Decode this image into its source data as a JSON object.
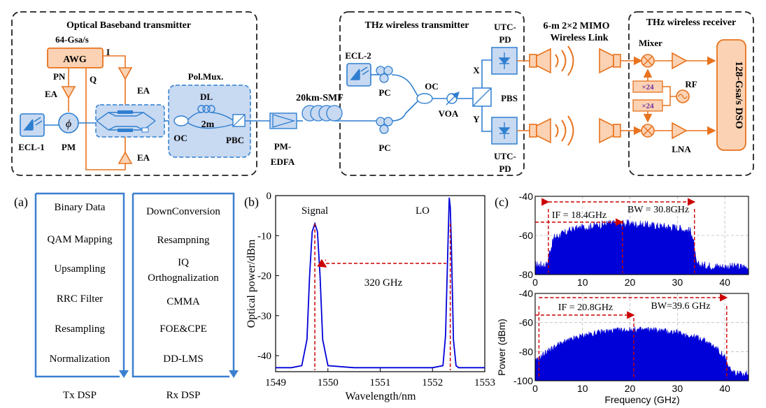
{
  "colors": {
    "fiber": "#2f7fd0",
    "orange": "#e8731f",
    "orange_fill": "#fbd2b3",
    "blue_fill": "#c8d9f2",
    "spectrum": "#0000d8",
    "dsp_box": "#3a7fd0",
    "red_dash": "#cc0000",
    "violet": "#7030a0"
  },
  "top": {
    "sections": {
      "tx_title": "Optical Baseband transmitter",
      "thz_tx_title": "THz wireless transmitter",
      "link_title_1": "6-m 2×2 MIMO",
      "link_title_2": "Wireless Link",
      "rx_title": "THz wireless receiver"
    },
    "labels": {
      "awg_rate": "64-Gsa/s",
      "awg": "AWG",
      "i": "I",
      "q": "Q",
      "pn": "PN",
      "ea": "EA",
      "phi": "ϕ",
      "pm": "PM",
      "ecl1": "ECL-1",
      "polmux": "Pol.Mux.",
      "dl": "DL",
      "two_m": "2m",
      "oc": "OC",
      "pbc": "PBC",
      "smf": "20km-SMF",
      "pm_edfa_1": "PM-",
      "pm_edfa_2": "EDFA",
      "ecl2": "ECL-2",
      "pc": "PC",
      "voa": "VOA",
      "pbs": "PBS",
      "x": "X",
      "y": "Y",
      "utc_1": "UTC-",
      "utc_2": "PD",
      "mixer": "Mixer",
      "rf": "RF",
      "mult": "×24",
      "lna": "LNA",
      "dso": "128-Gsa/s DSO"
    }
  },
  "panel_a": {
    "tag": "(a)",
    "tx_items": [
      "Binary Data",
      "QAM Mapping",
      "Upsampling",
      "RRC Filter",
      "Resampling",
      "Normalization"
    ],
    "rx_items": [
      "DownConversion",
      "Resampning",
      "IQ",
      "Orthognalization",
      "CMMA",
      "FOE&CPE",
      "DD-LMS"
    ],
    "tx_caption": "Tx DSP",
    "rx_caption": "Rx DSP"
  },
  "panel_b": {
    "tag": "(b)",
    "signal_label": "Signal",
    "lo_label": "LO",
    "spacing_label": "320 GHz"
  },
  "panel_c": {
    "tag": "(c)",
    "top_if": "IF = 18.4GHz",
    "top_bw": "BW = 30.8GHz",
    "bot_if": "IF = 20.8GHz",
    "bot_bw": "BW=39.6 GHz"
  },
  "chart_data": [
    {
      "type": "line",
      "xlabel": "Wavelength/nm",
      "ylabel": "Optical power/dBm",
      "xlim": [
        1549,
        1553
      ],
      "ylim": [
        -44,
        0
      ],
      "xticks": [
        1549,
        1550,
        1551,
        1552,
        1553
      ],
      "yticks": [
        0,
        -10,
        -20,
        -30,
        -40
      ],
      "grid": false,
      "series": [
        {
          "x": [
            1549.0,
            1549.3,
            1549.5,
            1549.6,
            1549.65,
            1549.7,
            1549.75,
            1549.8,
            1549.85,
            1549.9,
            1550.0,
            1550.5,
            1551.0,
            1551.5,
            1552.0,
            1552.2,
            1552.25,
            1552.3,
            1552.32,
            1552.34,
            1552.36,
            1552.4,
            1552.45,
            1552.5,
            1552.8,
            1553.0
          ],
          "y": [
            -43,
            -43,
            -42.5,
            -36,
            -20,
            -9,
            -7,
            -9,
            -20,
            -36,
            -42.5,
            -43,
            -43,
            -43,
            -43,
            -42.5,
            -35,
            -10,
            -0.5,
            -3,
            -12,
            -36,
            -42.5,
            -43,
            -43,
            -43
          ]
        }
      ],
      "markers": [
        1549.75,
        1552.34
      ]
    },
    {
      "type": "area",
      "xlabel": "",
      "ylabel": "",
      "xlim": [
        0,
        45
      ],
      "ylim": [
        -80,
        -40
      ],
      "xticks": [
        0,
        10,
        20,
        30,
        40
      ],
      "yticks": [
        -40,
        -60,
        -80
      ],
      "grid": true,
      "series": [
        {
          "x": [
            0,
            2.5,
            3,
            4,
            8,
            15,
            20,
            25,
            30,
            33,
            33.5,
            34,
            40,
            45
          ],
          "y": [
            -76,
            -76,
            -70,
            -62,
            -58,
            -55,
            -55,
            -56,
            -57,
            -59,
            -66,
            -76,
            -77,
            -77
          ]
        }
      ],
      "markers": [
        2.8,
        18.4,
        33.6
      ]
    },
    {
      "type": "area",
      "xlabel": "Frequency (GHz)",
      "ylabel": "Power (dBm)",
      "xlim": [
        0,
        45
      ],
      "ylim": [
        -100,
        -40
      ],
      "xticks": [
        0,
        10,
        20,
        30,
        40
      ],
      "yticks": [
        -40,
        -60,
        -80,
        -100
      ],
      "grid": true,
      "series": [
        {
          "x": [
            0,
            0.8,
            2,
            5,
            10,
            15,
            20,
            25,
            30,
            35,
            38,
            40,
            40.8,
            42,
            45
          ],
          "y": [
            -88,
            -86,
            -82,
            -76,
            -70,
            -67,
            -66,
            -66,
            -68,
            -72,
            -78,
            -85,
            -92,
            -96,
            -96
          ]
        }
      ],
      "markers": [
        0.8,
        20.8,
        40.4
      ]
    }
  ]
}
